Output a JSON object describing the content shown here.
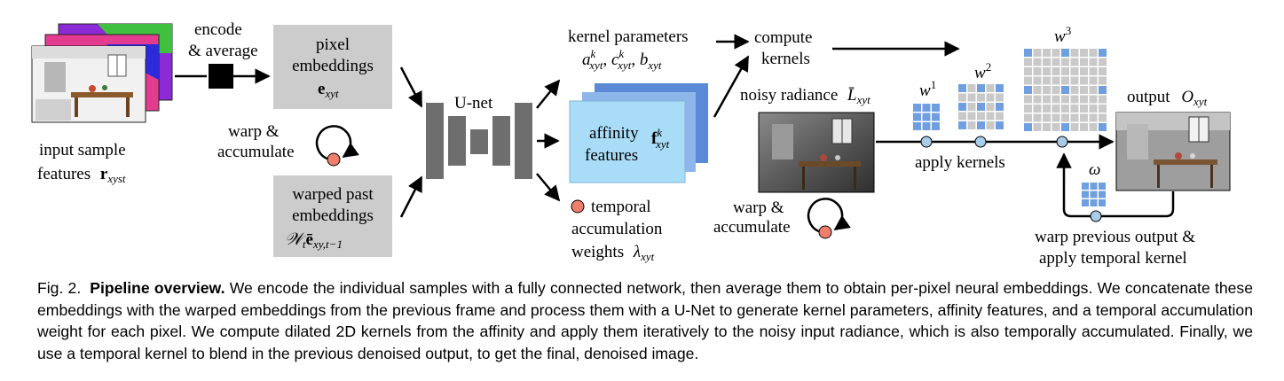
{
  "input": {
    "label_line1": "input sample",
    "label_line2": "features",
    "label_symbol": "r",
    "label_sub": "xyst"
  },
  "encode": {
    "line1": "encode",
    "line2": "& average"
  },
  "pixel_embeddings": {
    "line1": "pixel",
    "line2": "embeddings",
    "symbol": "e",
    "sub": "xyt"
  },
  "warp_accumulate_left": {
    "line1": "warp &",
    "line2": "accumulate"
  },
  "warped_past": {
    "line1": "warped past",
    "line2": "embeddings",
    "symbol_W": "𝒲",
    "symbol_W_sub": "t",
    "symbol_e": "ē",
    "symbol_e_sub": "xy,t−1"
  },
  "unet": {
    "label": "U-net"
  },
  "kernel_params": {
    "title": "kernel parameters",
    "a": "a",
    "c": "c",
    "b": "b",
    "sup": "k",
    "sub": "xyt"
  },
  "affinity": {
    "line1": "affinity",
    "line2": "features",
    "symbol": "f",
    "sup": "k",
    "sub": "xyt"
  },
  "temporal": {
    "line1": "temporal",
    "line2": "accumulation",
    "line3": "weights",
    "symbol": "λ",
    "sub": "xyt"
  },
  "compute_kernels": {
    "line1": "compute",
    "line2": "kernels"
  },
  "noisy": {
    "label": "noisy radiance",
    "symbol": "L̄",
    "sub": "xyt"
  },
  "warp_accumulate_right": {
    "line1": "warp &",
    "line2": "accumulate"
  },
  "kernels": {
    "w1_base": "w",
    "w1_sup": "1",
    "w2_base": "w",
    "w2_sup": "2",
    "w3_base": "w",
    "w3_sup": "3",
    "omega": "ω"
  },
  "apply_kernels": "apply kernels",
  "output": {
    "label": "output",
    "symbol": "O",
    "sub": "xyt"
  },
  "warp_prev": {
    "line1": "warp previous output &",
    "line2": "apply temporal kernel"
  },
  "caption": {
    "fig": "Fig. 2.",
    "bold": "Pipeline overview.",
    "text": "We encode the individual samples with a fully connected network, then average them to obtain per-pixel neural embeddings. We concatenate these embeddings with the warped embeddings from the previous frame and process them with a U-Net to generate kernel parameters, affinity features, and a temporal accumulation weight for each pixel. We compute dilated 2D kernels from the affinity and apply them iteratively to the noisy input radiance, which is also temporally accumulated. Finally, we use a temporal kernel to blend in the previous denoised output, to get the final, denoised image."
  },
  "colors": {
    "gray_box": "#cccccc",
    "unet_block": "#6e6e6e",
    "affinity_front": "#a9dcf7",
    "affinity_back": "#5a8ad6",
    "kernel_blue": "#6f9fe0",
    "kernel_gray": "#c9c9c9",
    "node_fill": "#a9cde9",
    "warp_dot": "#ef7f6c"
  }
}
